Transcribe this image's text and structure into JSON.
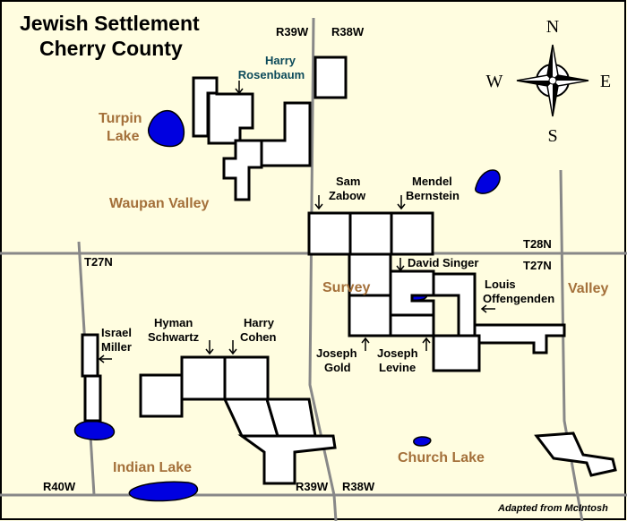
{
  "title": {
    "line1": "Jewish Settlement",
    "line2": "Cherry County"
  },
  "credit": "Adapted from McIntosh",
  "colors": {
    "background": "#fffde0",
    "road": "#888888",
    "lake": "#0000e0",
    "place_label": "#a4703a",
    "rosenbaum_label": "#0c4a5a"
  },
  "compass": {
    "north": "N",
    "south": "S",
    "east": "E",
    "west": "W"
  },
  "grid_labels": {
    "r39w_top": "R39W",
    "r38w_top": "R38W",
    "t27n_left": "T27N",
    "t28n_right": "T28N",
    "t27n_right": "T27N",
    "r40w": "R40W",
    "r39w_bottom": "R39W",
    "r38w_bottom": "R38W"
  },
  "places": {
    "turpin_lake_1": "Turpin",
    "turpin_lake_2": "Lake",
    "waupan_valley": "Waupan Valley",
    "survey": "Survey",
    "valley": "Valley",
    "indian_lake": "Indian Lake",
    "church_lake": "Church Lake"
  },
  "settlers": {
    "rosenbaum_1": "Harry",
    "rosenbaum_2": "Rosenbaum",
    "zabow_1": "Sam",
    "zabow_2": "Zabow",
    "bernstein_1": "Mendel",
    "bernstein_2": "Bernstein",
    "singer": "David Singer",
    "offengenden_1": "Louis",
    "offengenden_2": "Offengenden",
    "gold_1": "Joseph",
    "gold_2": "Gold",
    "levine_1": "Joseph",
    "levine_2": "Levine",
    "miller_1": "Israel",
    "miller_2": "Miller",
    "schwartz_1": "Hyman",
    "schwartz_2": "Schwartz",
    "cohen_1": "Harry",
    "cohen_2": "Cohen"
  }
}
